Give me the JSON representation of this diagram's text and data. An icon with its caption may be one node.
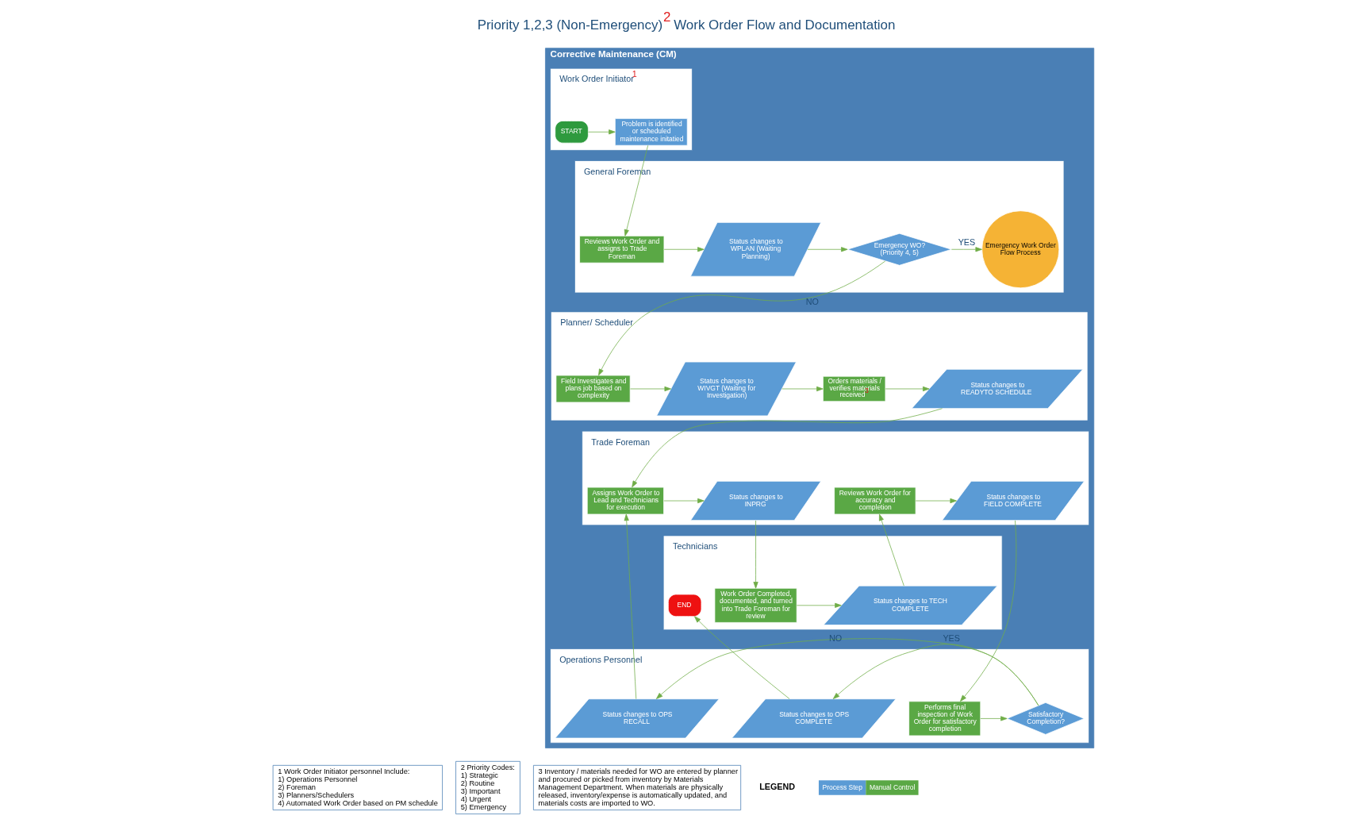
{
  "diagram": {
    "title": "Priority 1,2,3 (Non-Emergency)$^{2}$ Work Order Flow and Documentation",
    "nodes": [
      {
        "text": [
          "Corrective Maintenance (CM)"
        ]
      },
      {
        "text": [
          "Work Order Initiator$^{1}$"
        ],
        "in": 0
      },
      {
        "text": [
          "START"
        ],
        "in": 1
      },
      {
        "text": [
          "Problem is identified or scheduled maintenance initatied"
        ],
        "in": 1
      },
      {
        "text": [
          "General Foreman"
        ],
        "in": 0
      },
      {
        "text": [
          "Reviews Work Order and assigns to Trade Foreman"
        ],
        "in": 4
      },
      {
        "text": [
          "Status changes to WPLAN (Waiting Planning)"
        ],
        "in": 4
      },
      {
        "text": [
          "Emergency WO? (Priority 4, 5)"
        ],
        "in": 4
      },
      {
        "text": [
          "Emergency Work Order Flow Process"
        ],
        "in": 4
      },
      {
        "text": [
          "Planner/ Scheduler"
        ],
        "in": 0
      },
      {
        "text": [
          "Field Investigates and plans job based on complexity"
        ],
        "in": 9
      },
      {
        "text": [
          "Status changes to WIVGT (Waiting for Investigation)"
        ],
        "in": 9
      },
      {
        "text": [
          "Orders materials / verifies materials received$^{3}$"
        ],
        "in": 9
      },
      {
        "text": [
          "Status changes to READYTO SCHEDULE"
        ],
        "in": 9
      },
      {
        "text": [
          "Trade Foreman"
        ],
        "in": 0
      },
      {
        "text": [
          "Assigns Work Order to Lead and Technicians for execution"
        ],
        "in": 14
      },
      {
        "text": [
          "Status changes to INPRG"
        ],
        "in": 14
      },
      {
        "text": [
          "Reviews Work Order for accuracy and completion"
        ],
        "in": 14
      },
      {
        "text": [
          "Status changes to FIELD COMPLETE"
        ],
        "in": 14
      },
      {
        "text": [
          "Technicians"
        ],
        "in": 0
      },
      {
        "text": [
          "Work Order Completed, documented, and turned into Trade Foreman for review"
        ],
        "in": 19
      },
      {
        "text": [
          "Status changes to TECH COMPLETE"
        ],
        "in": 19
      },
      {
        "text": [
          "END"
        ],
        "in": 19
      },
      {
        "text": [
          "Operations Personnel"
        ],
        "in": 0
      },
      {
        "text": [
          "Status changes to OPS RECALL"
        ],
        "in": 23
      },
      {
        "text": [
          "Satisfactory Completion?"
        ],
        "in": 23
      },
      {
        "text": [
          "Performs final inspection of Work Order for satisfactory completion"
        ],
        "in": 23
      },
      {
        "text": [
          "Status changes to OPS COMPLETE"
        ],
        "in": 23
      },
      {
        "text": [
          "1 Work Order Initiator personnel Include:",
          "1) Operations Personnel",
          "2) Foreman",
          "3) Planners/Schedulers",
          "4) Automated Work Order based on PM schedule"
        ]
      },
      {
        "text": [
          "2 Priority Codes:",
          "1) Strategic",
          "2) Routine",
          "3) Important",
          "4) Urgent",
          "5) Emergency"
        ]
      },
      {
        "text": [
          "3 Inventory / materials needed for WO are entered by planner and procured or picked from inventory by Materials Management Department. When materials are physically released, inventory/expense is automatically updated, and materials costs are imported to WO."
        ]
      }
    ],
    "edges": [
      {
        "from": 2,
        "to": 3,
        "arrow": "to"
      },
      {
        "from": 3,
        "to": 5,
        "arrow": "to"
      },
      {
        "from": 5,
        "to": 6,
        "arrow": "to"
      },
      {
        "from": 6,
        "to": 7,
        "arrow": "to"
      },
      {
        "from": 7,
        "to": 8,
        "arrow": "to",
        "label": "YES"
      },
      {
        "from": 7,
        "to": 10,
        "arrow": "to",
        "label": "NO"
      },
      {
        "from": 10,
        "to": 11,
        "arrow": "to"
      },
      {
        "from": 11,
        "to": 12,
        "arrow": "to"
      },
      {
        "from": 12,
        "to": 13,
        "arrow": "to"
      },
      {
        "from": 13,
        "to": 15,
        "arrow": "to"
      },
      {
        "from": 15,
        "to": 16,
        "arrow": "to"
      },
      {
        "from": 16,
        "to": 20,
        "arrow": "to"
      },
      {
        "from": 20,
        "to": 21,
        "arrow": "to"
      },
      {
        "from": 21,
        "to": 17,
        "arrow": "to"
      },
      {
        "from": 17,
        "to": 18,
        "arrow": "to"
      },
      {
        "from": 18,
        "to": 26,
        "arrow": "to"
      },
      {
        "from": 26,
        "to": 25,
        "arrow": "to"
      },
      {
        "from": 25,
        "to": 24,
        "arrow": "to",
        "label": "NO"
      },
      {
        "from": 25,
        "to": 27,
        "arrow": "to",
        "label": "YES"
      },
      {
        "from": 27,
        "to": 22,
        "arrow": "to"
      },
      {
        "from": 24,
        "to": 15,
        "arrow": "to"
      }
    ],
    "labels": [
      "LEGEND"
    ],
    "legend": [
      {
        "text": "Process Step",
        "color": "#5b9bd5"
      },
      {
        "text": "Manual Control",
        "color": "#5aa845"
      }
    ]
  }
}
